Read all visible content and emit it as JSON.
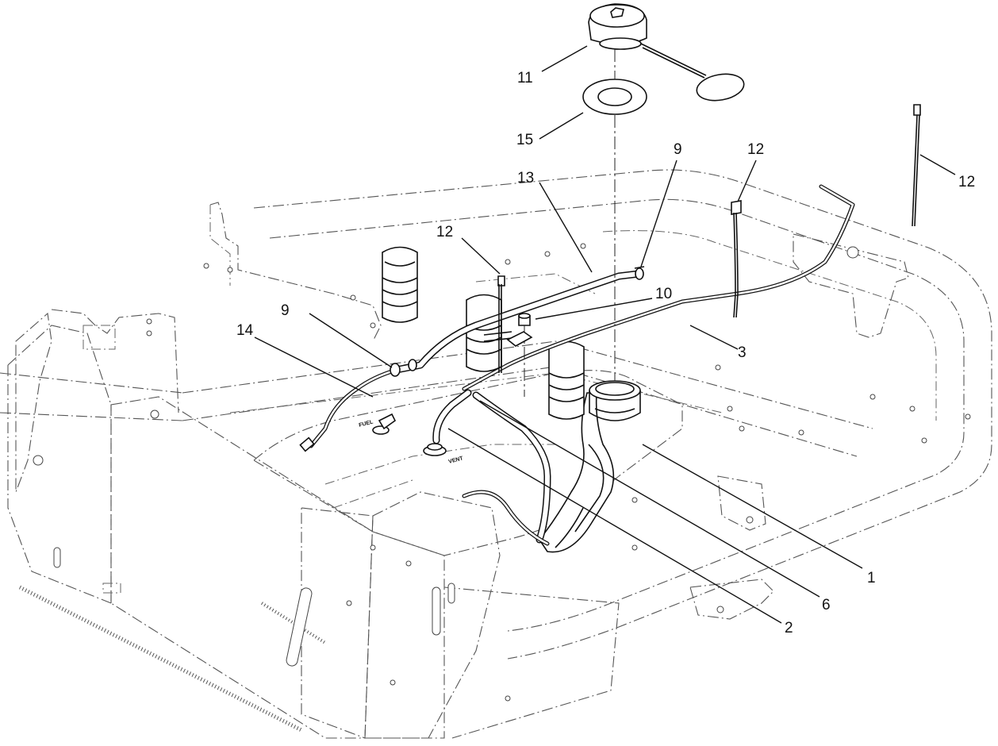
{
  "diagram": {
    "callouts": [
      {
        "id": "c11",
        "label": "11"
      },
      {
        "id": "c15",
        "label": "15"
      },
      {
        "id": "c9a",
        "label": "9"
      },
      {
        "id": "c12a",
        "label": "12"
      },
      {
        "id": "c12b",
        "label": "12"
      },
      {
        "id": "c13",
        "label": "13"
      },
      {
        "id": "c12c",
        "label": "12"
      },
      {
        "id": "c10",
        "label": "10"
      },
      {
        "id": "c9b",
        "label": "9"
      },
      {
        "id": "c14",
        "label": "14"
      },
      {
        "id": "c3",
        "label": "3"
      },
      {
        "id": "c1",
        "label": "1"
      },
      {
        "id": "c6",
        "label": "6"
      },
      {
        "id": "c2",
        "label": "2"
      }
    ],
    "tank_marks": {
      "fuel": "FUEL",
      "vent": "VENT"
    }
  }
}
